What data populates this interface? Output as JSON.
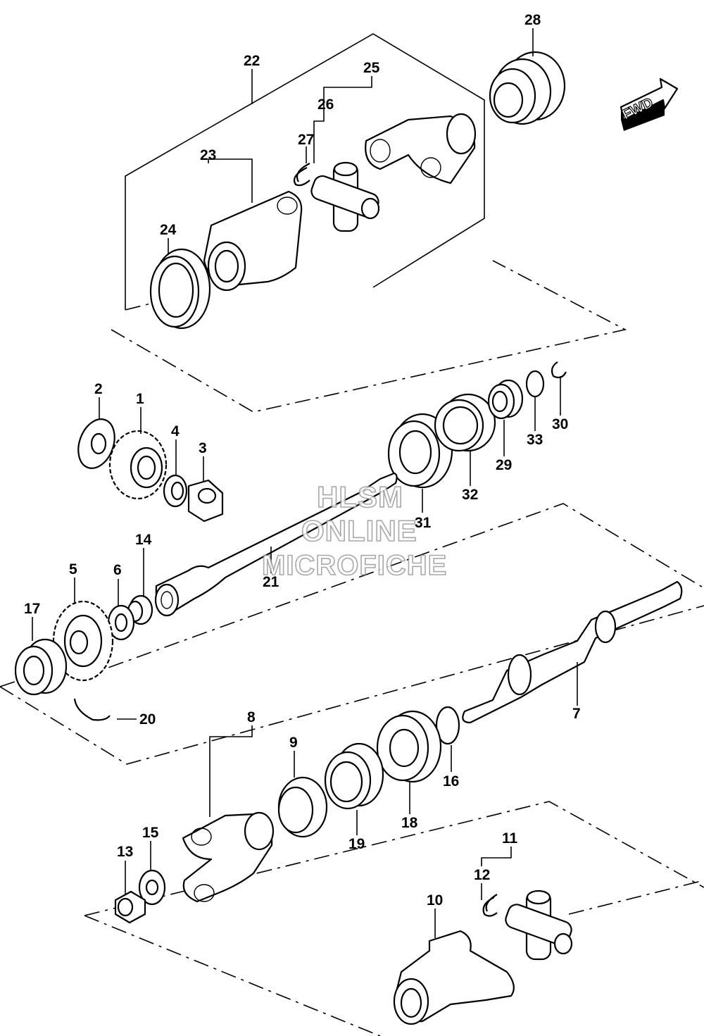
{
  "direction_badge": "FWD",
  "watermark": [
    "HLSM",
    "ONLINE",
    "MICROFICHE"
  ],
  "callouts": [
    "1",
    "2",
    "3",
    "4",
    "5",
    "6",
    "7",
    "8",
    "9",
    "10",
    "11",
    "12",
    "13",
    "14",
    "15",
    "16",
    "17",
    "18",
    "19",
    "20",
    "21",
    "22",
    "23",
    "24",
    "25",
    "26",
    "27",
    "28",
    "29",
    "30",
    "31",
    "32",
    "33"
  ]
}
